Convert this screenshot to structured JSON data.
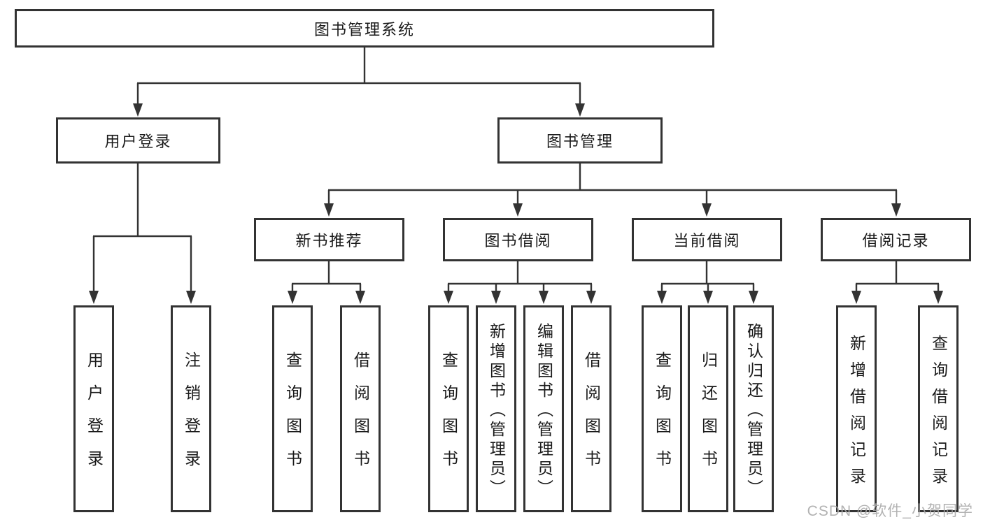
{
  "diagram": {
    "title": "图书管理系统",
    "level2": [
      {
        "label": "用户登录"
      },
      {
        "label": "图书管理"
      }
    ],
    "level3": [
      {
        "label": "新书推荐"
      },
      {
        "label": "图书借阅"
      },
      {
        "label": "当前借阅"
      },
      {
        "label": "借阅记录"
      }
    ],
    "leaves": {
      "userLogin": [
        "用户登录",
        "注销登录"
      ],
      "newBookRec": [
        "查询图书",
        "借阅图书"
      ],
      "bookBorrow": [
        "查询图书",
        "新增图书（管理员）",
        "编辑图书（管理员）",
        "借阅图书"
      ],
      "currentBorrow": [
        "查询图书",
        "归还图书",
        "确认归还（管理员）"
      ],
      "borrowRecords": [
        "新增借阅记录",
        "查询借阅记录"
      ]
    }
  },
  "colors": {
    "line": "#333333",
    "text": "#1a1a1a",
    "background": "#ffffff",
    "watermark": "#aaaaaa"
  },
  "watermark": {
    "text": "CSDN @软件_小贺同学"
  }
}
